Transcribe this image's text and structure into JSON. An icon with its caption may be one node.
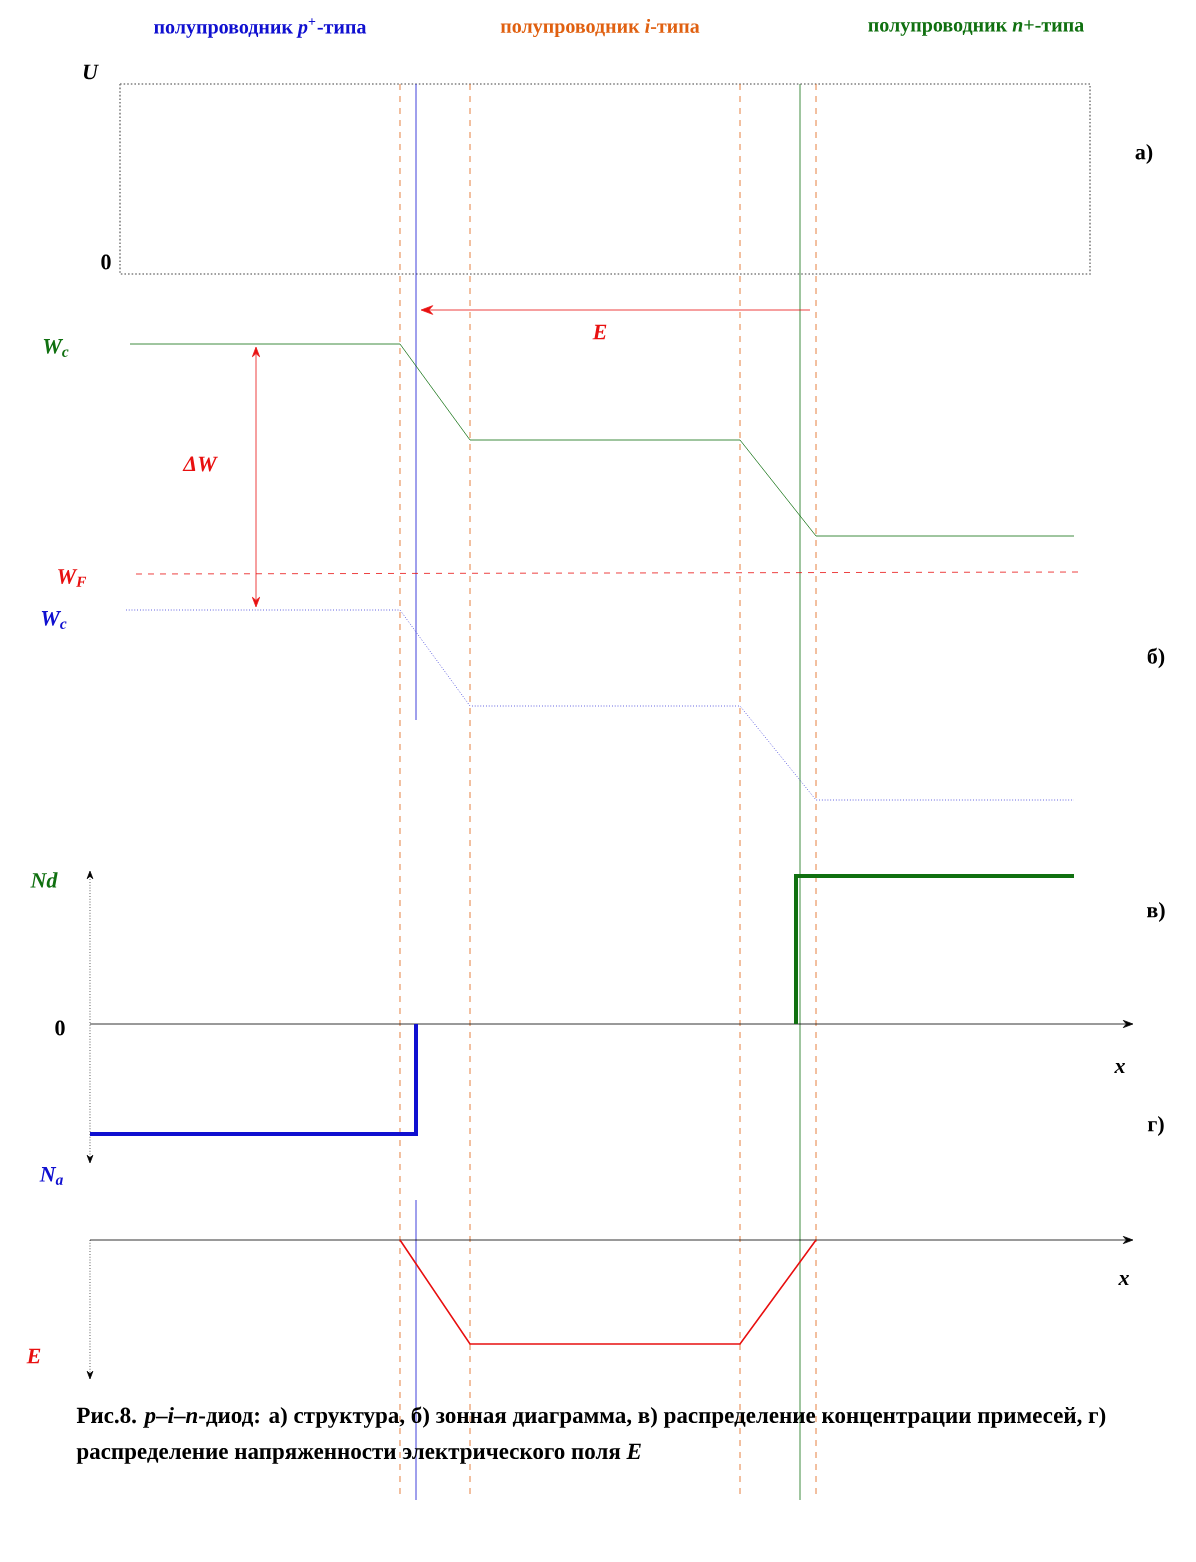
{
  "diagram": {
    "caption": "Рис.8. *p*–*i*–*n*-диод: а) структура, б) зонная диаграмма, в) распределение концентрации примесей, г) распределение напряженности электрического поля *E*",
    "labels": [
      "полупроводник *p*$^{+}$-типа",
      "полупроводник *i*-типа",
      "полупроводник *n*+-типа",
      "U",
      "а)",
      "0",
      "E",
      "W$_{c}$",
      "ΔW",
      "W$_{F}$",
      "W$_{c}$",
      "б)",
      "Nd",
      "в)",
      "0",
      "x",
      "г)",
      "N$_{a}$",
      "x",
      "E"
    ]
  }
}
